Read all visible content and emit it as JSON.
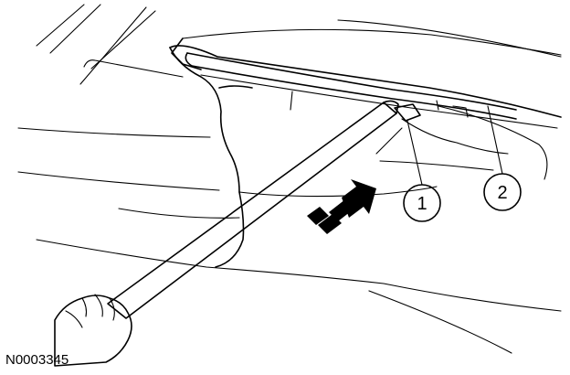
{
  "figure": {
    "figure_id": "N0003345",
    "callouts": [
      {
        "label": "1"
      },
      {
        "label": "2"
      }
    ],
    "icons": {
      "direction_arrow": "direction-arrow-icon",
      "hand": "hand-icon",
      "tool": "pry-tool"
    }
  }
}
